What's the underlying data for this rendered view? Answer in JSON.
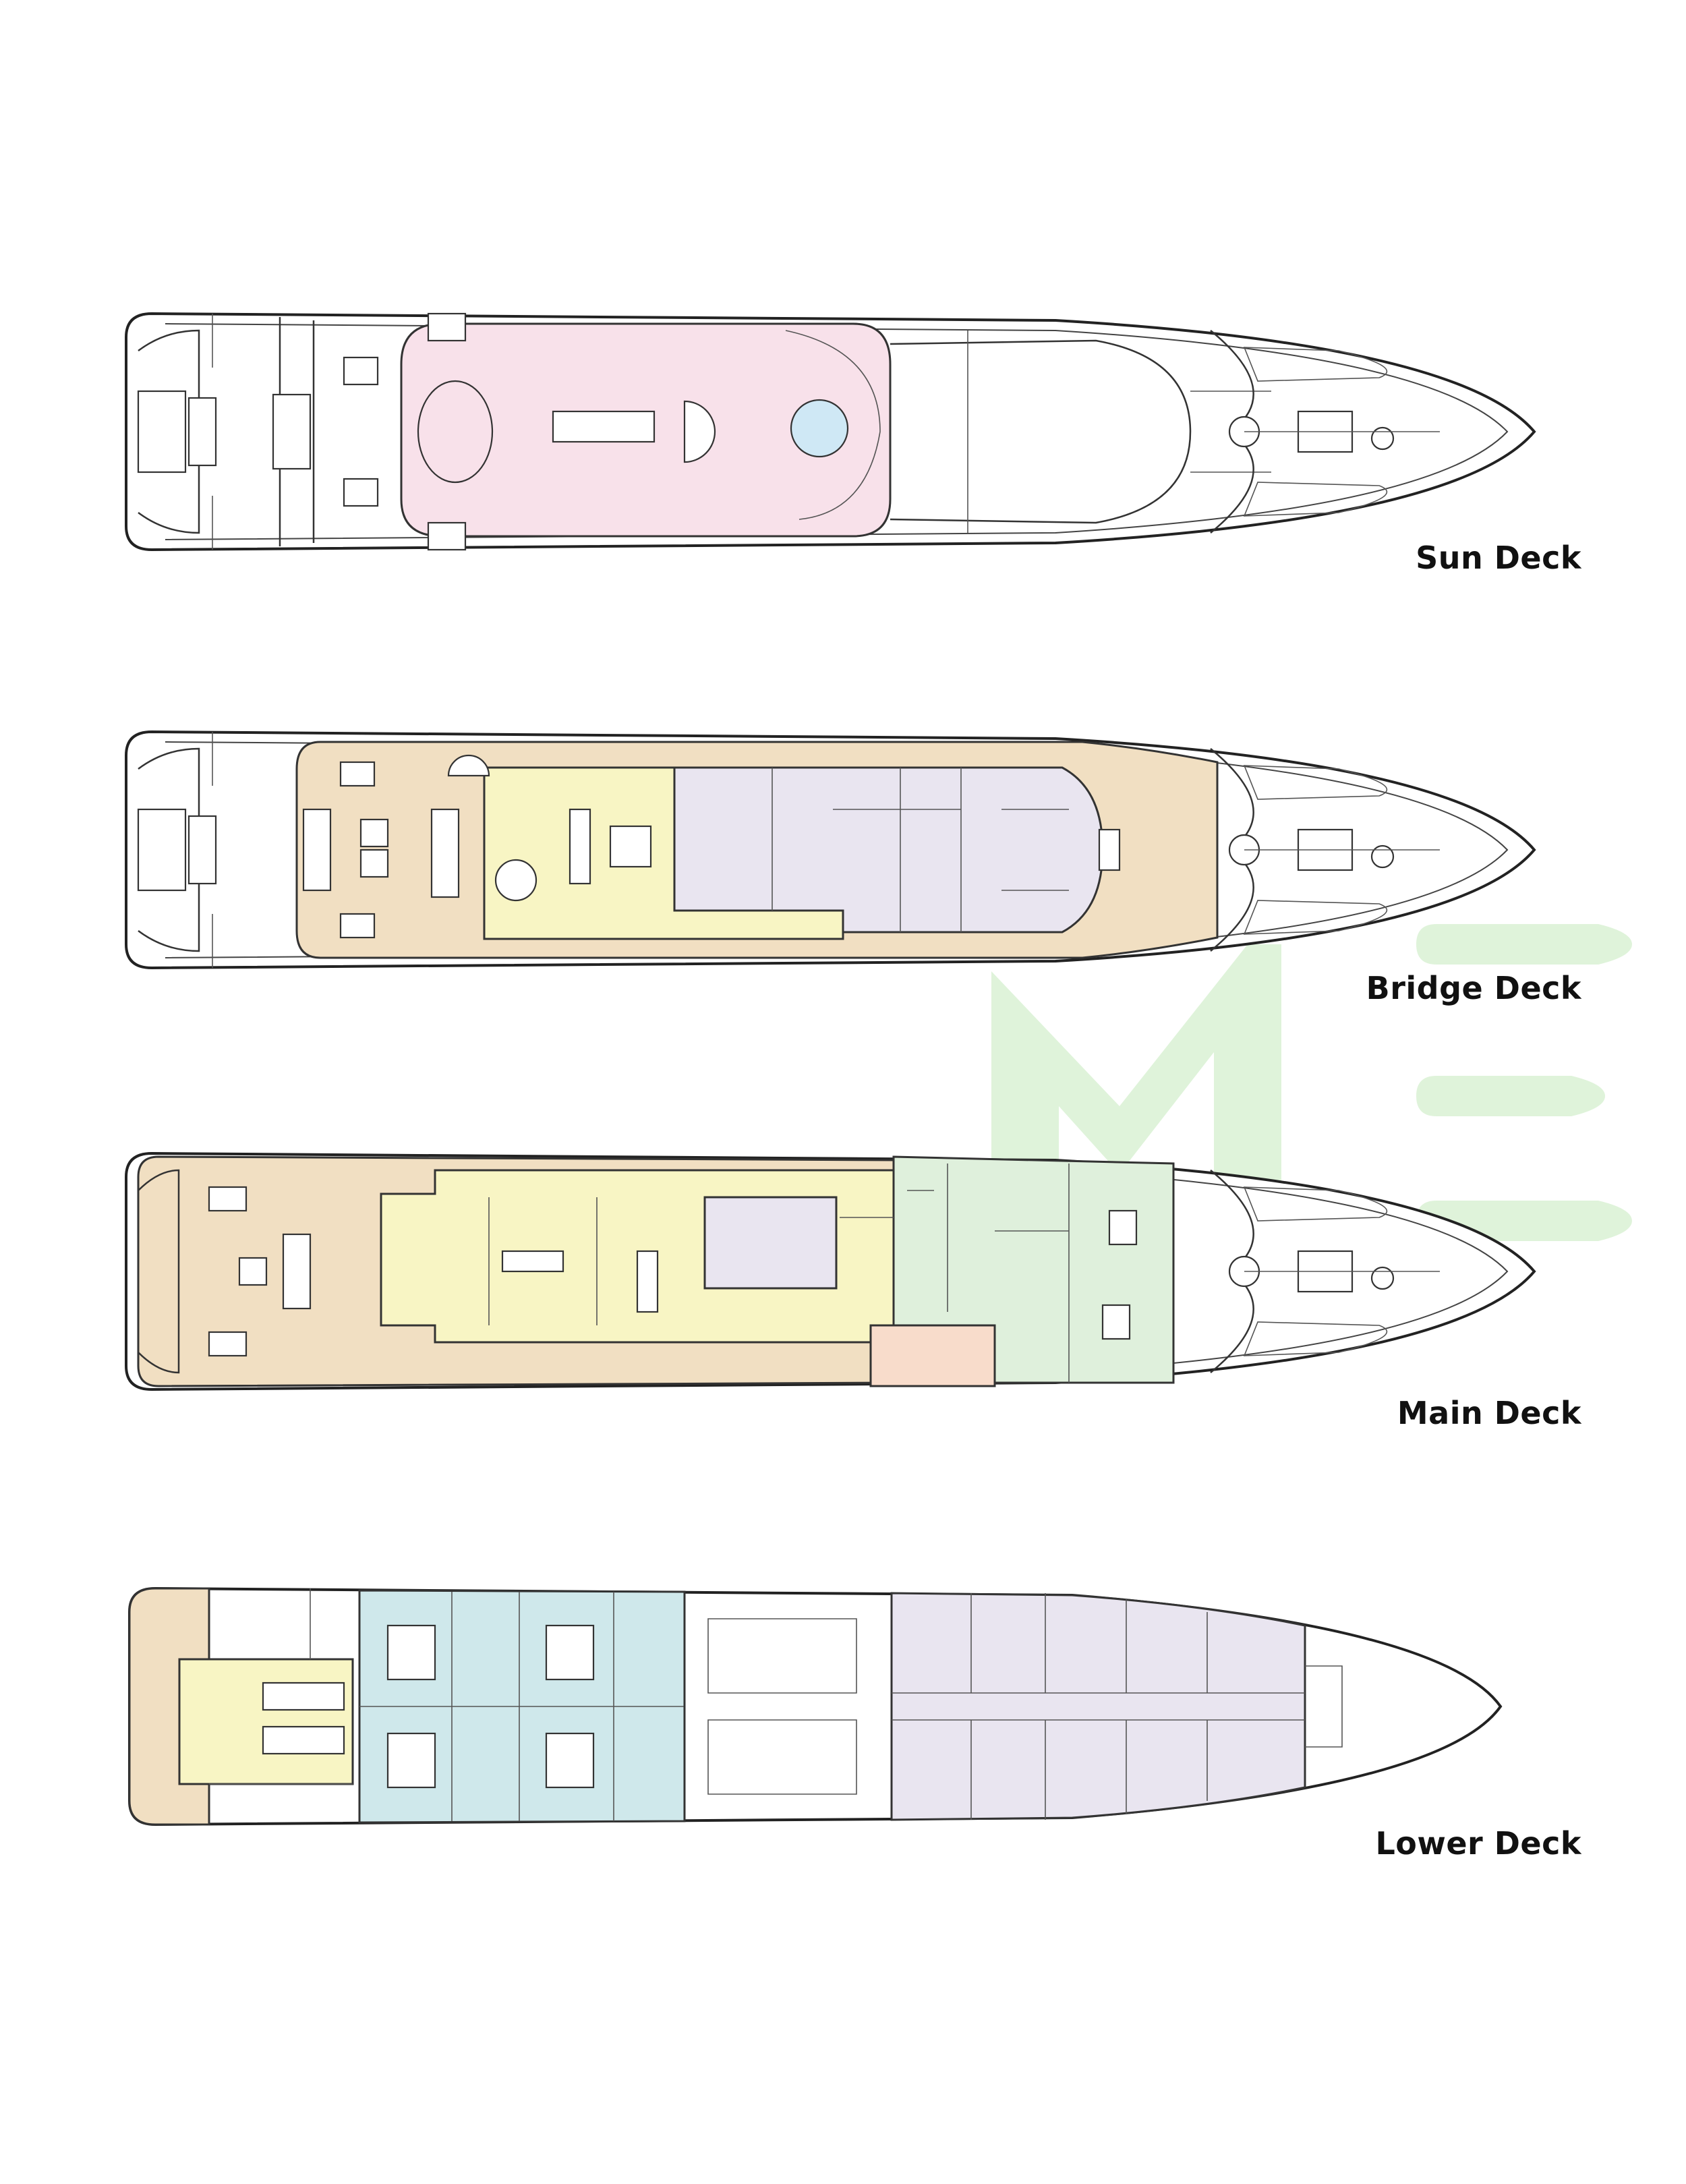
{
  "decks": [
    {
      "label": "Sun Deck"
    },
    {
      "label": "Bridge Deck"
    },
    {
      "label": "Main Deck"
    },
    {
      "label": "Lower Deck"
    }
  ],
  "colors": {
    "sun_lounge": "#f8e1ea",
    "exterior_deck": "#f1dfc2",
    "salon": "#f8f5c4",
    "crew_service": "#e9e5f0",
    "owner_suite": "#dff0dc",
    "guest_cabins": "#cfe8eb",
    "office": "#f8dccb",
    "watermark": "#dcf2d6"
  },
  "watermark": {
    "text": "ME"
  }
}
